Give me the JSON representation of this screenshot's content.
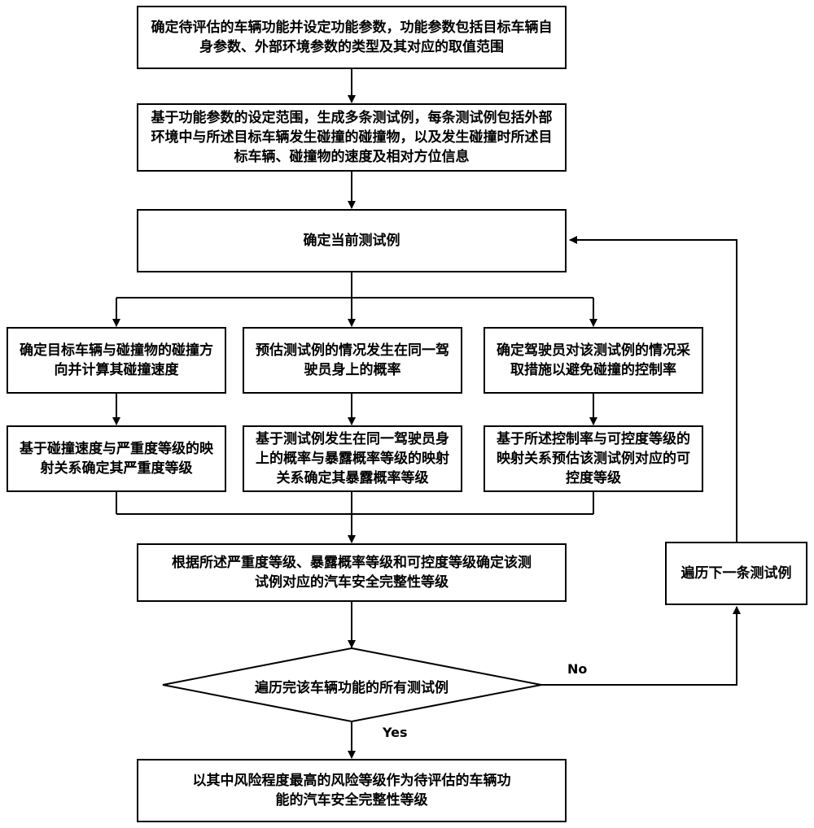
{
  "nodes": {
    "define_function": "确定待评估的车辆功能并设定功能参数，功能参数包括目标车辆自身参数、外部环境参数的类型及其对应的取值范围",
    "generate_cases": "基于功能参数的设定范围，生成多条测试例，每条测试例包括外部环境中与所述目标车辆发生碰撞的碰撞物，以及发生碰撞时所述目标车辆、碰撞物的速度及相对方位信息",
    "current_case": "确定当前测试例",
    "collision_direction": "确定目标车辆与碰撞物的碰撞方向并计算其碰撞速度",
    "estimate_probability": "预估测试例的情况发生在同一驾驶员身上的概率",
    "control_rate": "确定驾驶员对该测试例的情况采取措施以避免碰撞的控制率",
    "severity": "基于碰撞速度与严重度等级的映射关系确定其严重度等级",
    "exposure": "基于测试例发生在同一驾驶员身上的概率与暴露概率等级的映射关系确定其暴露概率等级",
    "controllability": "基于所述控制率与可控度等级的映射关系预估该测试例对应的可控度等级",
    "asil": "根据所述严重度等级、暴露概率等级和可控度等级确定该测试例对应的汽车安全完整性等级",
    "next_case": "遍历下一条测试例",
    "decision": "遍历完该车辆功能的所有测试例",
    "final": "以其中风险程度最高的风险等级作为待评估的车辆功能的汽车安全完整性等级"
  },
  "labels": {
    "no": "No",
    "yes": "Yes"
  }
}
